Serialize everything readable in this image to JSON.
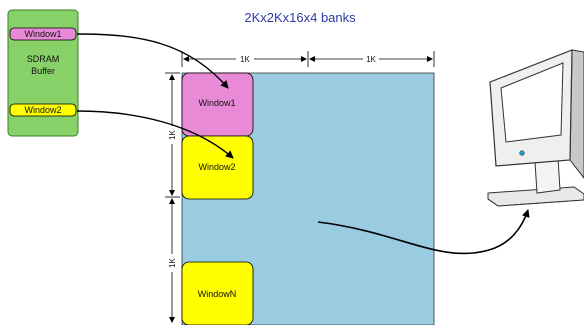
{
  "title": "2Kx2Kx16x4 banks",
  "sdram_buffer": {
    "label_line1": "SDRAM",
    "label_line2": "Buffer",
    "window1": "Window1",
    "window2": "Window2"
  },
  "bank": {
    "col_dim_1": "1K",
    "col_dim_2": "1K",
    "row_dim_1": "1K",
    "row_dim_2": "1K",
    "windows": [
      "Window1",
      "Window2",
      "WindowN"
    ]
  },
  "colors": {
    "buffer_fill": "#88d068",
    "window1_fill": "#e88ad6",
    "window_fill": "#ffff00",
    "bank_fill": "#99cce1",
    "title": "#2d3aa8"
  },
  "icons": {
    "monitor": "computer-monitor-icon"
  }
}
